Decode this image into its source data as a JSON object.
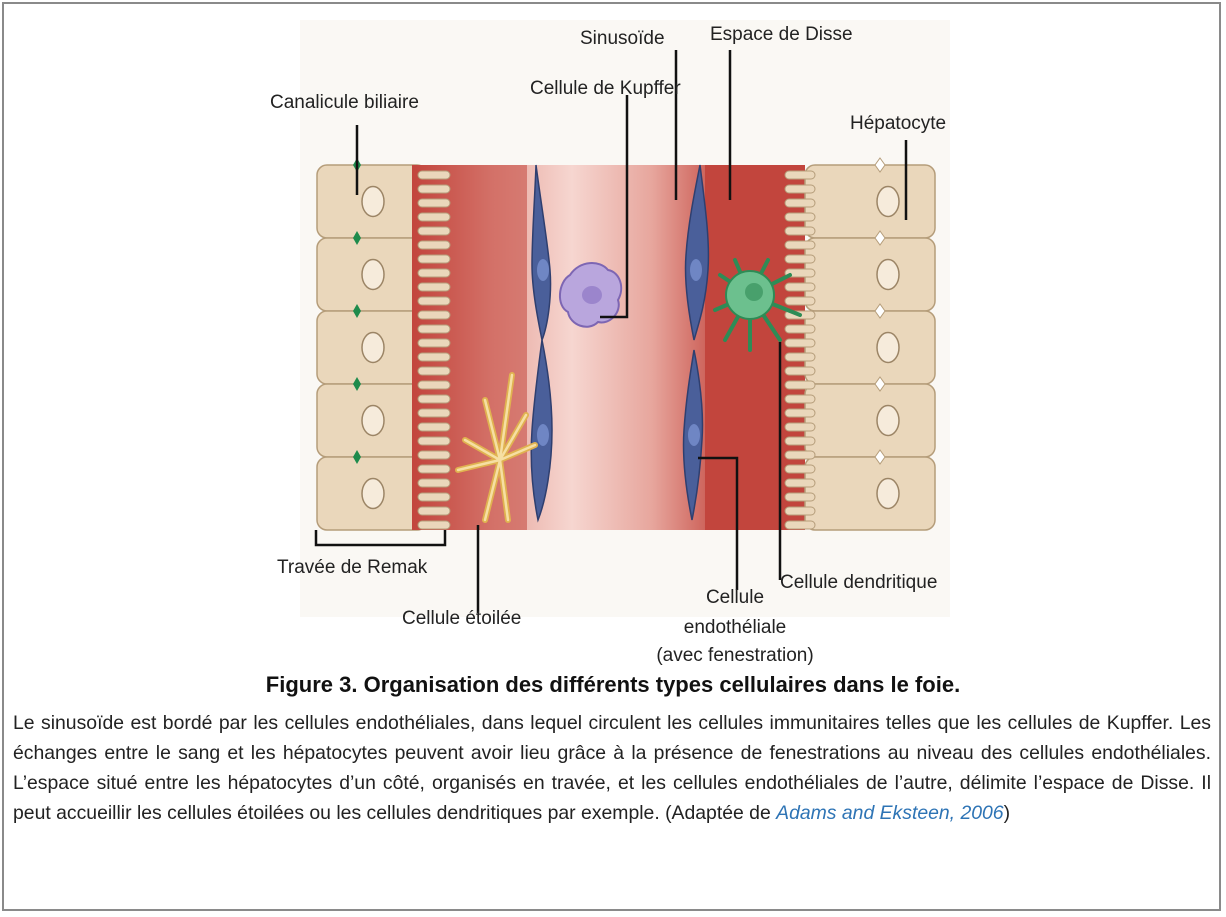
{
  "figure": {
    "labels": {
      "canalicule": "Canalicule biliaire",
      "kupffer": "Cellule de Kupffer",
      "sinusoide": "Sinusoïde",
      "disse": "Espace de Disse",
      "hepatocyte": "Hépatocyte",
      "remak": "Travée de Remak",
      "etoilee": "Cellule étoilée",
      "endo_1": "Cellule",
      "endo_2": "endothéliale",
      "endo_3": "(avec fenestration)",
      "dendritique": "Cellule dendritique"
    },
    "colors": {
      "hepatocyte": "#ead7bb",
      "disse": "#c2453d",
      "sinusoid": "#f1c5bd",
      "endothelial": "#4a5f9a",
      "kupffer": "#b9a6dd",
      "dendritic": "#3fa66c",
      "stellate": "#f0c978",
      "canaliculus": "#1e8b4c"
    }
  },
  "caption": {
    "title": "Figure 3. Organisation des différents types cellulaires dans le foie.",
    "body": "Le sinusoïde est bordé par les cellules endothéliales, dans lequel circulent les cellules immunitaires telles que les cellules de Kupffer. Les échanges entre le sang et les hépatocytes peuvent avoir lieu grâce à la présence de fenestrations au niveau des cellules endothéliales. L’espace situé entre les hépatocytes d’un côté, organisés en travée, et les cellules endothéliales de l’autre, délimite l’espace de Disse. Il peut accueillir les cellules étoilées ou les cellules dendritiques par exemple. (Adaptée de ",
    "reference": "Adams and Eksteen, 2006",
    "closing": ")"
  }
}
